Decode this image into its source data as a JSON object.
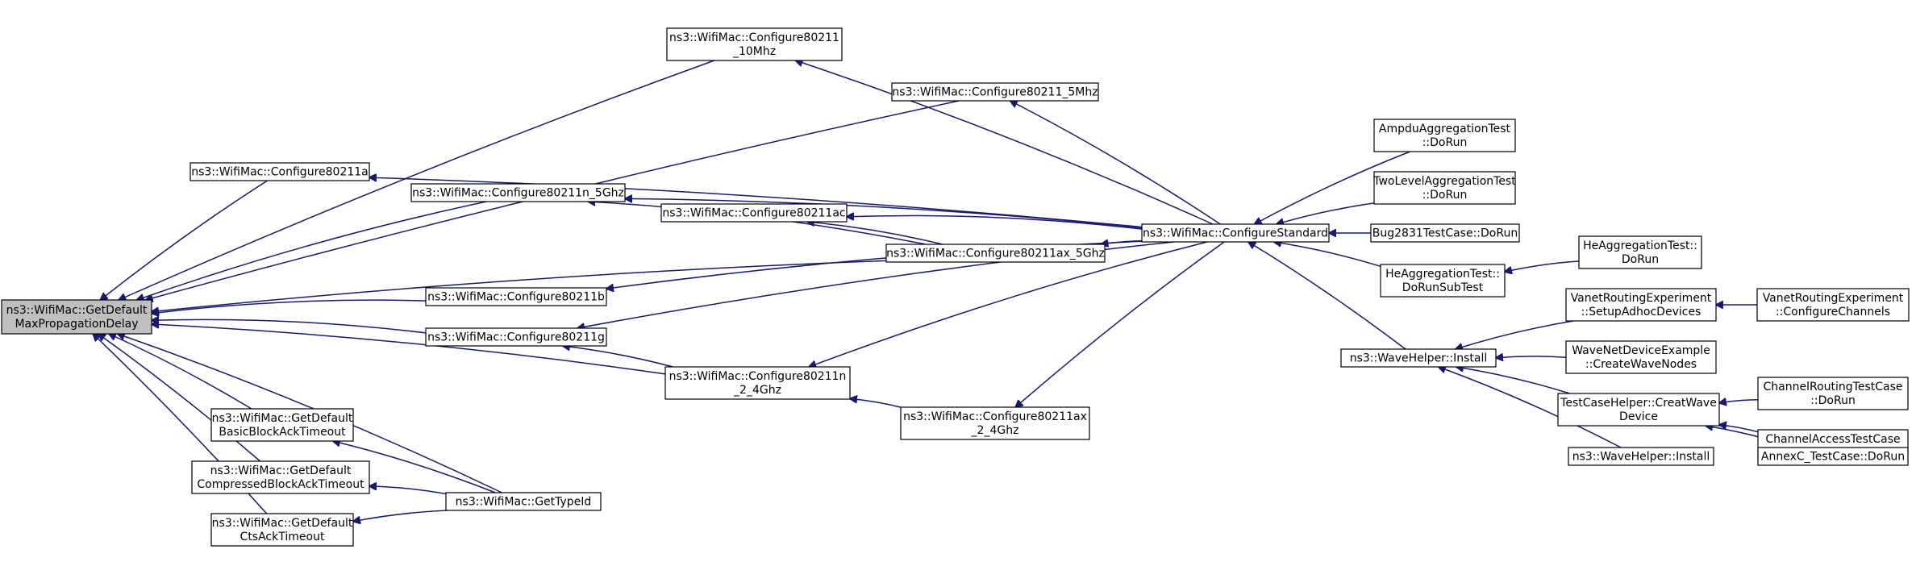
{
  "diagram": {
    "colors": {
      "edge": "#191970",
      "node_border": "#000000",
      "node_fill": "#ffffff",
      "root_fill": "#bfbfbf"
    },
    "nodes": [
      {
        "id": "root",
        "lines": [
          "ns3::WifiMac::GetDefault",
          "MaxPropagationDelay"
        ],
        "root": true
      },
      {
        "id": "c10mhz",
        "lines": [
          "ns3::WifiMac::Configure80211",
          "_10Mhz"
        ]
      },
      {
        "id": "c5mhz",
        "lines": [
          "ns3::WifiMac::Configure80211_5Mhz"
        ]
      },
      {
        "id": "c11a",
        "lines": [
          "ns3::WifiMac::Configure80211a"
        ]
      },
      {
        "id": "c11n5",
        "lines": [
          "ns3::WifiMac::Configure80211n_5Ghz"
        ]
      },
      {
        "id": "c11ac",
        "lines": [
          "ns3::WifiMac::Configure80211ac"
        ]
      },
      {
        "id": "c11ax5",
        "lines": [
          "ns3::WifiMac::Configure80211ax_5Ghz"
        ]
      },
      {
        "id": "c11b",
        "lines": [
          "ns3::WifiMac::Configure80211b"
        ]
      },
      {
        "id": "c11g",
        "lines": [
          "ns3::WifiMac::Configure80211g"
        ]
      },
      {
        "id": "c11n24",
        "lines": [
          "ns3::WifiMac::Configure80211n",
          "_2_4Ghz"
        ]
      },
      {
        "id": "c11ax24",
        "lines": [
          "ns3::WifiMac::Configure80211ax",
          "_2_4Ghz"
        ]
      },
      {
        "id": "gbba",
        "lines": [
          "ns3::WifiMac::GetDefault",
          "BasicBlockAckTimeout"
        ]
      },
      {
        "id": "gcba",
        "lines": [
          "ns3::WifiMac::GetDefault",
          "CompressedBlockAckTimeout"
        ]
      },
      {
        "id": "gcts",
        "lines": [
          "ns3::WifiMac::GetDefault",
          "CtsAckTimeout"
        ]
      },
      {
        "id": "gettypeid",
        "lines": [
          "ns3::WifiMac::GetTypeId"
        ]
      },
      {
        "id": "cstd",
        "lines": [
          "ns3::WifiMac::ConfigureStandard"
        ]
      },
      {
        "id": "ampdu",
        "lines": [
          "AmpduAggregationTest",
          "::DoRun"
        ]
      },
      {
        "id": "twolevel",
        "lines": [
          "TwoLevelAggregationTest",
          "::DoRun"
        ]
      },
      {
        "id": "bug2831",
        "lines": [
          "Bug2831TestCase::DoRun"
        ]
      },
      {
        "id": "heagsub",
        "lines": [
          "HeAggregationTest::",
          "DoRunSubTest"
        ]
      },
      {
        "id": "heag",
        "lines": [
          "HeAggregationTest::",
          "DoRun"
        ]
      },
      {
        "id": "wavei1",
        "lines": [
          "ns3::WaveHelper::Install"
        ]
      },
      {
        "id": "vanetsetup",
        "lines": [
          "VanetRoutingExperiment",
          "::SetupAdhocDevices"
        ]
      },
      {
        "id": "vanetcfg",
        "lines": [
          "VanetRoutingExperiment",
          "::ConfigureChannels"
        ]
      },
      {
        "id": "wavenet",
        "lines": [
          "WaveNetDeviceExample",
          "::CreateWaveNodes"
        ]
      },
      {
        "id": "tchelper",
        "lines": [
          "TestCaseHelper::CreatWave",
          "Device"
        ]
      },
      {
        "id": "chrouting",
        "lines": [
          "ChannelRoutingTestCase",
          "::DoRun"
        ]
      },
      {
        "id": "chaccess",
        "lines": [
          "ChannelAccessTestCase",
          "::DoRun"
        ]
      },
      {
        "id": "annexc",
        "lines": [
          "AnnexC_TestCase::DoRun"
        ]
      },
      {
        "id": "wavei2",
        "lines": [
          "ns3::WaveHelper::Install"
        ]
      }
    ],
    "edges": [
      [
        "c10mhz",
        "root"
      ],
      [
        "c5mhz",
        "root"
      ],
      [
        "c11a",
        "root"
      ],
      [
        "c11n5",
        "root"
      ],
      [
        "c11ax5",
        "root"
      ],
      [
        "c11b",
        "root"
      ],
      [
        "c11g",
        "root"
      ],
      [
        "c11n24",
        "root"
      ],
      [
        "gbba",
        "root"
      ],
      [
        "gcba",
        "root"
      ],
      [
        "gcts",
        "root"
      ],
      [
        "gettypeid",
        "root"
      ],
      [
        "cstd",
        "c10mhz"
      ],
      [
        "cstd",
        "c5mhz"
      ],
      [
        "cstd",
        "c11a"
      ],
      [
        "cstd",
        "c11n5"
      ],
      [
        "c11ax5",
        "c11n5"
      ],
      [
        "cstd",
        "c11ac"
      ],
      [
        "c11ax5",
        "c11ac"
      ],
      [
        "cstd",
        "c11ax5"
      ],
      [
        "cstd",
        "c11b"
      ],
      [
        "cstd",
        "c11g"
      ],
      [
        "c11n24",
        "c11g"
      ],
      [
        "cstd",
        "c11n24"
      ],
      [
        "c11ax24",
        "c11n24"
      ],
      [
        "cstd",
        "c11ax24"
      ],
      [
        "gettypeid",
        "gbba"
      ],
      [
        "gettypeid",
        "gcba"
      ],
      [
        "gettypeid",
        "gcts"
      ],
      [
        "ampdu",
        "cstd"
      ],
      [
        "twolevel",
        "cstd"
      ],
      [
        "bug2831",
        "cstd"
      ],
      [
        "heagsub",
        "cstd"
      ],
      [
        "wavei1",
        "cstd"
      ],
      [
        "heag",
        "heagsub"
      ],
      [
        "vanetsetup",
        "wavei1"
      ],
      [
        "wavenet",
        "wavei1"
      ],
      [
        "tchelper",
        "wavei1"
      ],
      [
        "wavei2",
        "wavei1"
      ],
      [
        "vanetcfg",
        "vanetsetup"
      ],
      [
        "chrouting",
        "tchelper"
      ],
      [
        "chaccess",
        "tchelper"
      ],
      [
        "annexc",
        "tchelper"
      ]
    ]
  }
}
